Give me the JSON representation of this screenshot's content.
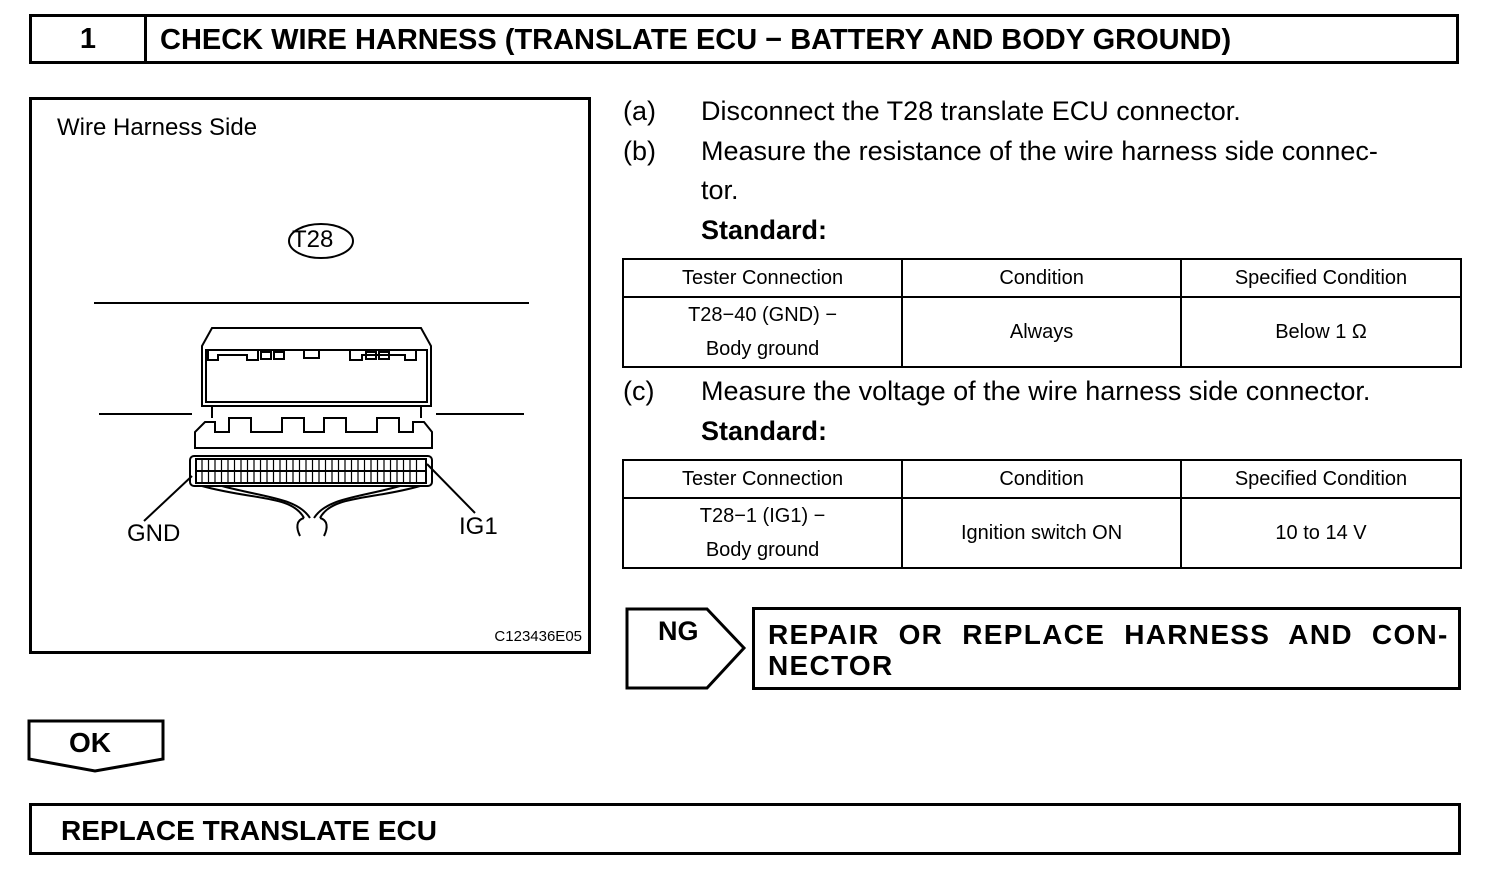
{
  "header": {
    "step_number": "1",
    "title": "CHECK WIRE HARNESS (TRANSLATE ECU − BATTERY AND BODY GROUND)"
  },
  "diagram": {
    "caption": "Wire Harness Side",
    "connector_label": "T28",
    "left_pin_label": "GND",
    "right_pin_label": "IG1",
    "figure_id": "C123436E05"
  },
  "steps": [
    {
      "letter": "(a)",
      "lines": [
        "Disconnect the T28 translate ECU connector."
      ]
    },
    {
      "letter": "(b)",
      "lines": [
        "Measure the resistance of the wire harness side connec-",
        "tor."
      ]
    },
    {
      "letter": "(c)",
      "lines": [
        "Measure the voltage of the wire harness side connector."
      ]
    }
  ],
  "standard_label": "Standard:",
  "resistance_table": {
    "headers": [
      "Tester Connection",
      "Condition",
      "Specified Condition"
    ],
    "row": {
      "connection_line1": "T28−40 (GND) −",
      "connection_line2": "Body ground",
      "condition": "Always",
      "specified": "Below 1 Ω"
    }
  },
  "voltage_table": {
    "headers": [
      "Tester Connection",
      "Condition",
      "Specified Condition"
    ],
    "row": {
      "connection_line1": "T28−1 (IG1) −",
      "connection_line2": "Body ground",
      "condition": "Ignition switch ON",
      "specified": "10 to 14 V"
    }
  },
  "ng": {
    "label": "NG",
    "result_line1": "REPAIR OR REPLACE HARNESS AND CON-",
    "result_line2": "NECTOR"
  },
  "ok": {
    "label": "OK"
  },
  "final": {
    "text": "REPLACE TRANSLATE ECU"
  }
}
